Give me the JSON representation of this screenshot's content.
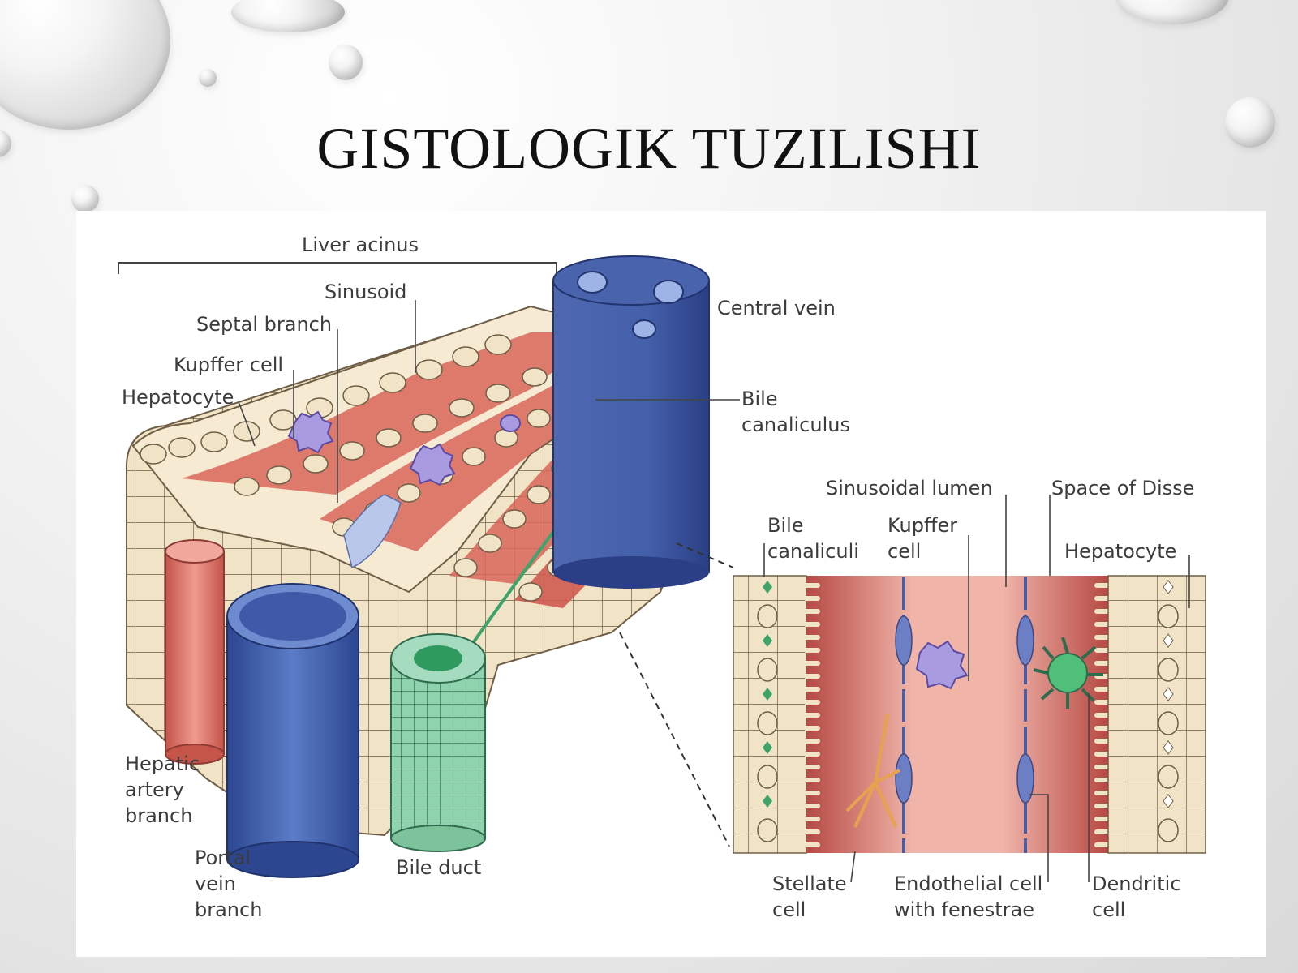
{
  "slide": {
    "title": "GISTOLOGIK TUZILISHI"
  },
  "diagram": {
    "labels": {
      "liver_acinus": "Liver acinus",
      "sinusoid": "Sinusoid",
      "septal_branch": "Septal branch",
      "kupffer_cell": "Kupffer cell",
      "hepatocyte": "Hepatocyte",
      "central_vein": "Central vein",
      "bile_canaliculus": [
        "Bile",
        "canaliculus"
      ],
      "hepatic_artery_branch": [
        "Hepatic",
        "artery",
        "branch"
      ],
      "portal_vein_branch": [
        "Portal",
        "vein",
        "branch"
      ],
      "bile_duct": "Bile duct"
    },
    "inset_labels": {
      "sinusoidal_lumen": "Sinusoidal lumen",
      "space_of_disse": "Space of Disse",
      "bile_canaliculi": [
        "Bile",
        "canaliculi"
      ],
      "kupffer_cell": [
        "Kupffer",
        "cell"
      ],
      "hepatocyte": "Hepatocyte",
      "stellate_cell": [
        "Stellate",
        "cell"
      ],
      "endothelial_cell": [
        "Endothelial cell",
        "with fenestrae"
      ],
      "dendritic_cell": [
        "Dendritic",
        "cell"
      ]
    },
    "colors": {
      "hepatocyte": "#f1e3c6",
      "hepatocyte_outline": "#6e5e46",
      "sinusoid": "#d9665a",
      "sinusoid_light": "#f2b2a6",
      "portal_vein": "#3e5aa8",
      "hepatic_artery": "#d6695e",
      "bile_duct": "#3fa36c",
      "kupffer": "#a99be0"
    }
  }
}
